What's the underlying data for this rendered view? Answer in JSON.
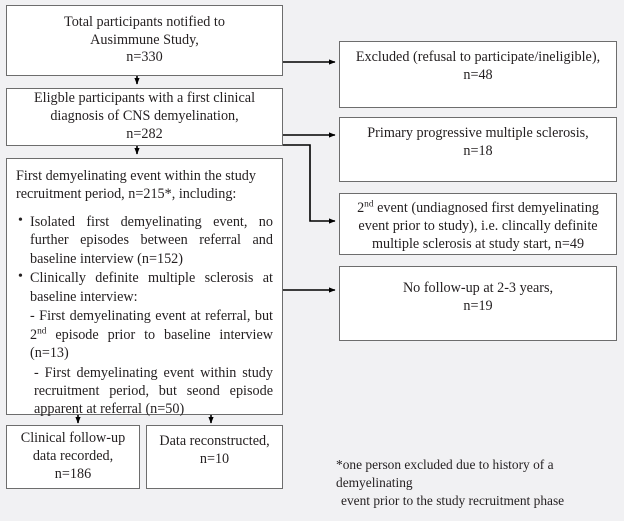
{
  "diagram": {
    "title": "Ausimmune Study participant flow diagram",
    "background_color": "#f1f1f3",
    "box_fill": "#ffffff",
    "box_border": "#6d6d6d",
    "text_color": "#231f20",
    "arrow_color": "#000000"
  },
  "nodes": {
    "notified": {
      "line1": "Total participants notified to",
      "line2": "Ausimmune Study,",
      "line3": "n=330"
    },
    "eligible": {
      "line1": "Eligble participants with a first clinical",
      "line2": "diagnosis of CNS demyelination,",
      "line3": "n=282"
    },
    "first_event": {
      "lead": "First demyelinating event within the study recruitment period, n=215*, including:",
      "items": [
        "Isolated first demyelinating event, no further episodes between referral and baseline interview (n=152)",
        "Clinically definite multiple sclerosis at baseline interview:",
        "- First demyelinating event at referral, but 2nd episode prior to baseline interview (n=13)",
        "- First demyelinating event within study recruitment period, but seond episode apparent at referral (n=50)"
      ],
      "item3_pre": "- First demyelinating event at referral, but 2",
      "item3_sup": "nd",
      "item3_post": " episode prior to baseline interview (n=13)",
      "item4": "- First demyelinating event within study recruitment period, but seond episode apparent at referral (n=50)"
    },
    "clinical_followup": {
      "line1": "Clinical follow-up",
      "line2": "data recorded,",
      "line3": "n=186"
    },
    "data_reconstructed": {
      "line1": "Data reconstructed,",
      "line2": "n=10"
    },
    "excluded": {
      "line1": "Excluded (refusal to participate/ineligible),",
      "line2": "n=48"
    },
    "ppms": {
      "line1": "Primary progressive multiple sclerosis,",
      "line2": "n=18"
    },
    "second_event": {
      "pre": "2",
      "sup": "nd",
      "post": " event (undiagnosed first demyelinating event prior to study), i.e. clincally definite multiple sclerosis at study start, n=49"
    },
    "no_followup": {
      "line1": "No follow-up at 2-3 years,",
      "line2": "n=19"
    }
  },
  "footnote": {
    "line1": "*one person excluded due to history of a demyelinating",
    "line2": "event prior to the study recruitment phase"
  }
}
